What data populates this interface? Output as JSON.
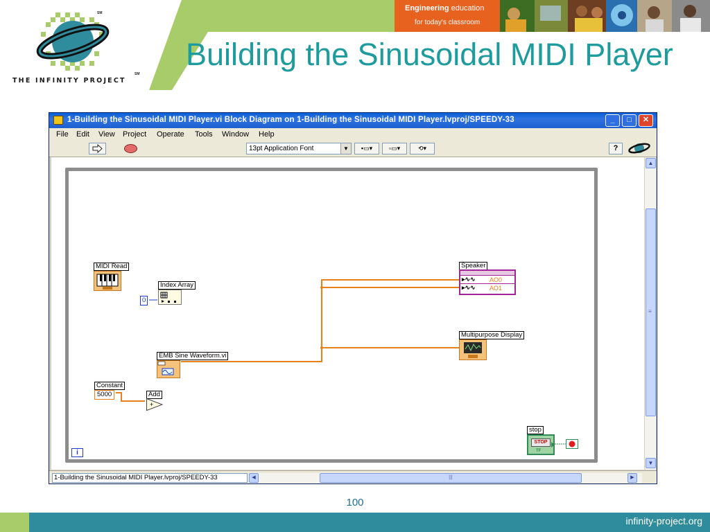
{
  "slide": {
    "title": "Building the Sinusoidal MIDI Player",
    "page_number": "100",
    "footer_url": "infinity-project.org",
    "logo_text": "THE INFINITY PROJECT",
    "sm_mark": "SM",
    "badge_bold": "Engineering",
    "badge_rest": " education",
    "badge_line2": "for today's classroom",
    "colors": {
      "title": "#1e9b9d",
      "band_green": "#a9cc6a",
      "band_teal": "#2f8c9c",
      "badge_orange": "#e8621f"
    }
  },
  "window": {
    "title": "1-Building the Sinusoidal MIDI Player.vi Block Diagram on 1-Building the Sinusoidal MIDI Player.lvproj/SPEEDY-33",
    "minimize_icon": "minimize-icon",
    "maximize_icon": "maximize-icon",
    "close_icon": "close-icon",
    "menu": [
      "File",
      "Edit",
      "View",
      "Project",
      "Operate",
      "Tools",
      "Window",
      "Help"
    ],
    "toolbar": {
      "font": "13pt Application Font",
      "run_icon": "run-arrow-icon",
      "abort_icon": "abort-stop-icon",
      "help_label": "?"
    },
    "status_path": "1-Building the Sinusoidal MIDI Player.lvproj/SPEEDY-33"
  },
  "diagram": {
    "loop_iteration_label": "i",
    "nodes": {
      "midi_read": "MIDI Read",
      "index_array": "Index Array",
      "index_constant": "0",
      "sine_waveform": "EMB Sine Waveform.vi",
      "constant_label": "Constant",
      "constant_value": "5000",
      "add": "Add",
      "speaker": "Speaker",
      "speaker_channels": [
        "AO0",
        "AO1"
      ],
      "multipurpose_display": "Multipurpose Display",
      "stop_label": "stop",
      "stop_button_text": "STOP",
      "stop_tf": "TF"
    },
    "wire_color": "#e8801a"
  }
}
